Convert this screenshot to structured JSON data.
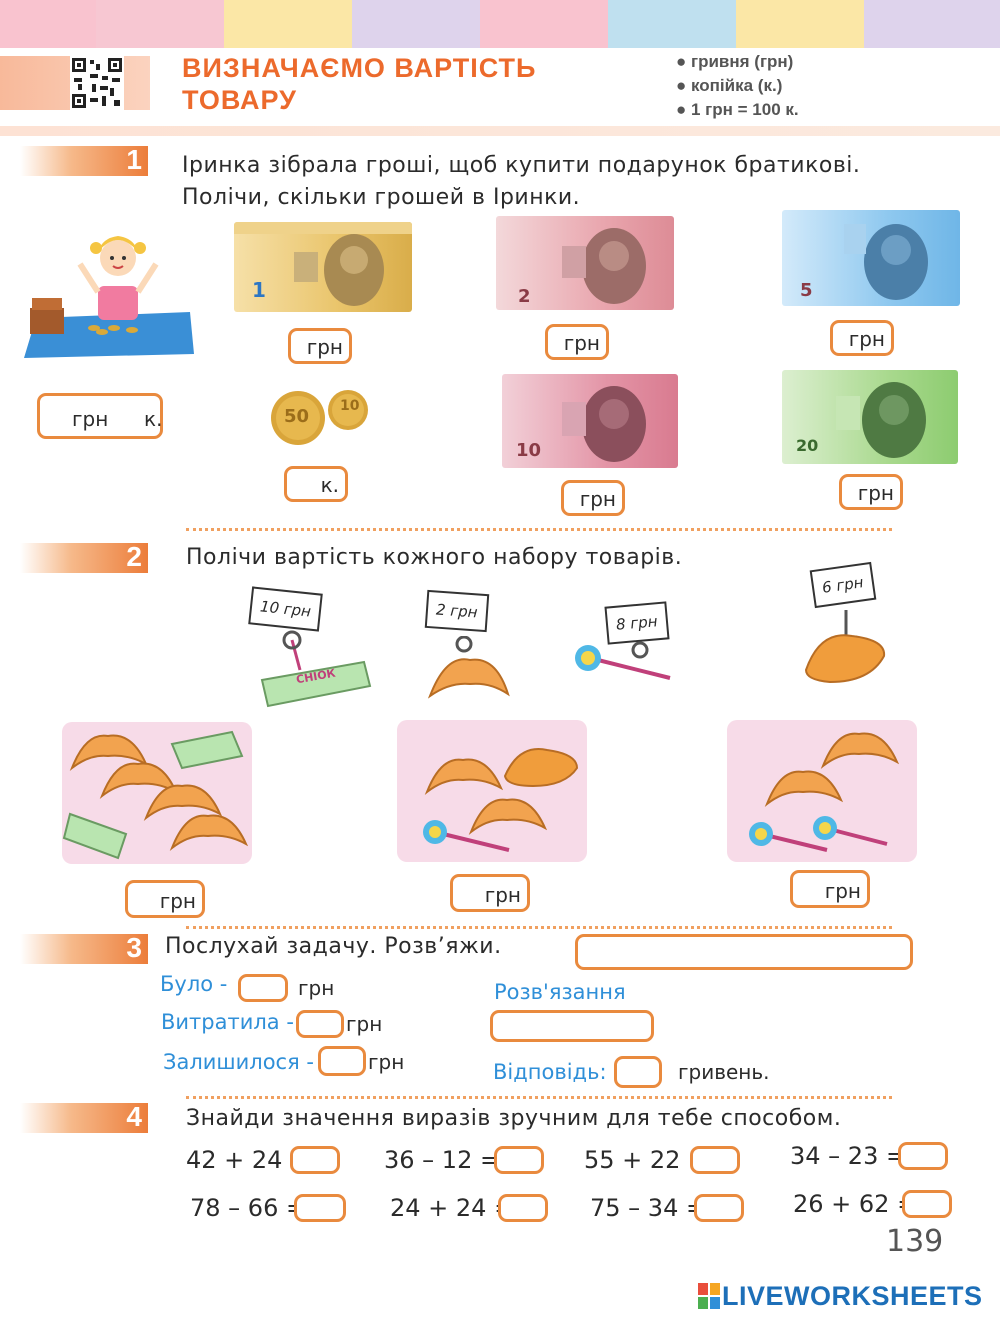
{
  "header": {
    "title_line1": "ВИЗНАЧАЄМО ВАРТІСТЬ",
    "title_line2": "ТОВАРУ",
    "notes": [
      "гривня (грн)",
      "копійка (к.)",
      "1 грн = 100 к."
    ]
  },
  "task1": {
    "number": "1",
    "line1": "Іринка зібрала гроші, щоб купити подарунок братикові.",
    "line2": "Полічи, скільки грошей в Іринки.",
    "unit_grn": "грн",
    "unit_k": "к.",
    "bill_values": [
      "1",
      "2",
      "5",
      "10",
      "20"
    ],
    "coin_values": [
      "50",
      "10"
    ]
  },
  "task2": {
    "number": "2",
    "text": "Полічи вартість кожного набору товарів.",
    "price_tags": [
      "10 грн",
      "2 грн",
      "8 грн",
      "6 грн"
    ],
    "candy_label": "СНІОК",
    "unit_grn": "грн"
  },
  "task3": {
    "number": "3",
    "text": "Послухай задачу.  Розв’яжи.",
    "bulo": "Було -",
    "vytratyla": "Витратила -",
    "zalyshylosia": "Залишилося -",
    "unit_grn": "грн",
    "solution_label": "Розв'язання",
    "answer_label": "Відповідь:",
    "answer_unit": "гривень."
  },
  "task4": {
    "number": "4",
    "text": "Знайди значення виразів зручним для тебе способом.",
    "expressions": [
      "42 + 24 =",
      "36 – 12 =",
      "55 + 22 =",
      "34 – 23 =",
      "78 – 66 =",
      "24 + 24 =",
      "75 – 34 =",
      "26 + 62 ="
    ]
  },
  "page_number": "139",
  "watermark": "LIVEWORKSHEETS",
  "colors": {
    "accent_orange": "#e98a3e",
    "title_orange": "#ec6a2c",
    "blue_text": "#2f8fd8",
    "panel_pink": "#f7dbe8"
  }
}
